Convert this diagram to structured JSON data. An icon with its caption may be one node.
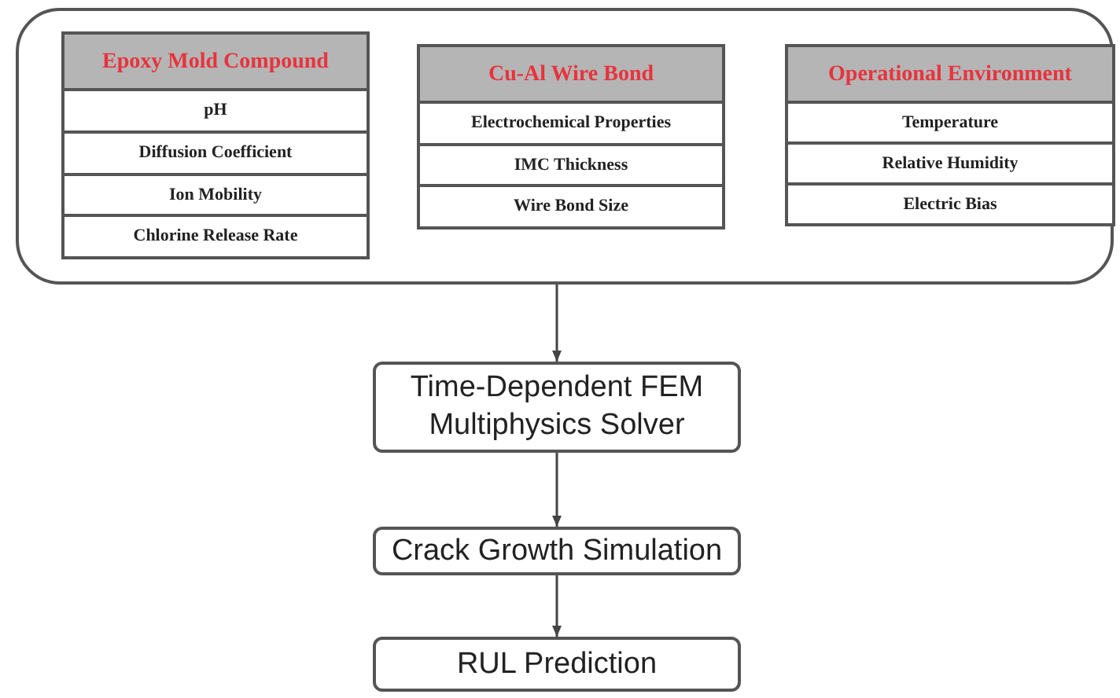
{
  "diagram": {
    "nodes": [
      {
        "text": [],
        "shape": "box"
      },
      {
        "text": [
          "Epoxy Mold Compound",
          "pH",
          "Diffusion Coefficient",
          "Ion Mobility",
          "Chlorine Release Rate"
        ],
        "in": 0
      },
      {
        "text": [
          "Cu-Al Wire Bond",
          "Electrochemical Properties",
          "IMC Thickness",
          "Wire Bond Size"
        ],
        "in": 0
      },
      {
        "text": [
          "Operational Environment",
          "Temperature",
          "Relative Humidity",
          "Electric Bias"
        ],
        "in": 0
      },
      {
        "text": [
          "Time-Dependent FEM Multiphysics Solver"
        ]
      },
      {
        "text": [
          "Crack Growth Simulation"
        ]
      },
      {
        "text": [
          "RUL Prediction"
        ]
      }
    ],
    "edges": [
      {
        "from": 0,
        "to": 4,
        "arrow": "to"
      },
      {
        "from": 4,
        "to": 5,
        "arrow": "to"
      },
      {
        "from": 5,
        "to": 6,
        "arrow": "to"
      }
    ]
  }
}
